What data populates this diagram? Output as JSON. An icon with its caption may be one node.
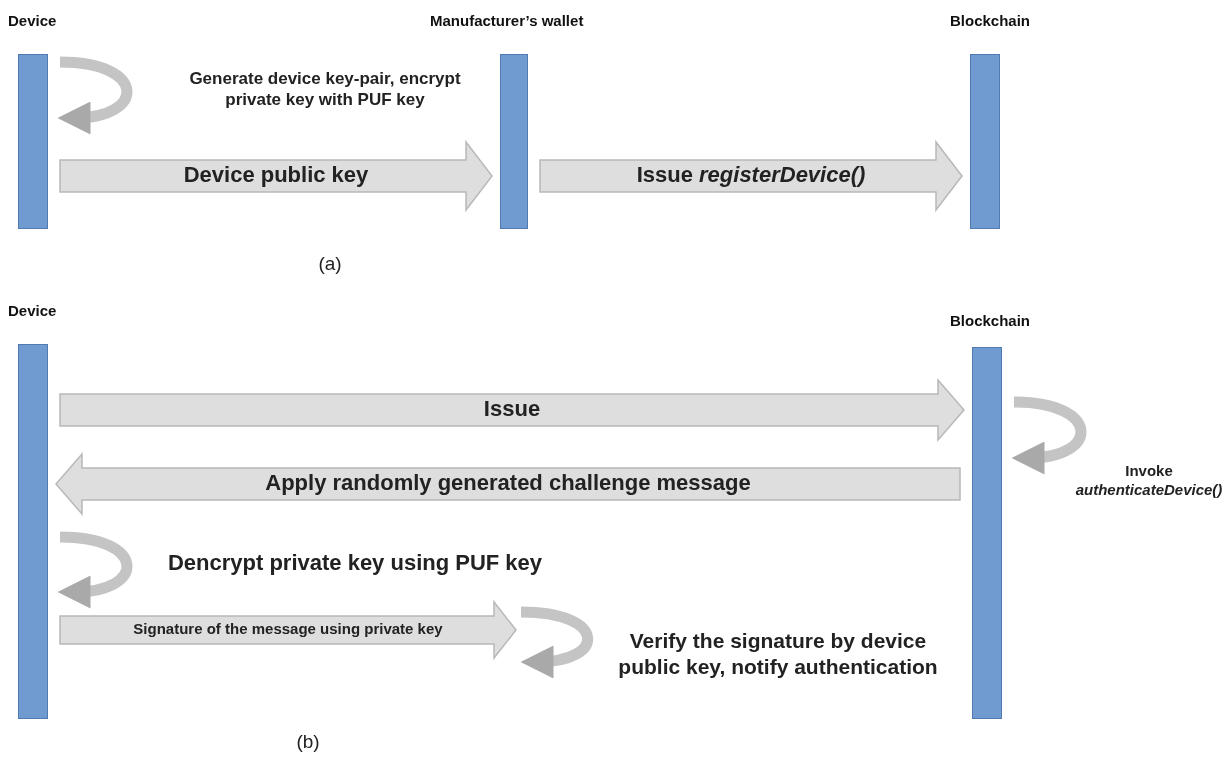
{
  "diagram": {
    "nodes": [
      {
        "text": [
          "Device"
        ]
      },
      {
        "text": [
          "Manufacturer’s wallet"
        ]
      },
      {
        "text": [
          "Blockchain"
        ]
      },
      {
        "text": [
          "Device"
        ]
      },
      {
        "text": [
          "Blockchain"
        ]
      }
    ],
    "edges": [
      {
        "from": 0,
        "to": 0,
        "arrow": "to",
        "label": "Generate device key-pair, encrypt private key with PUF key"
      },
      {
        "from": 0,
        "to": 1,
        "arrow": "to",
        "label": "Device public key"
      },
      {
        "from": 1,
        "to": 2,
        "arrow": "to",
        "label": "Issue *registerDevice()*"
      },
      {
        "from": 3,
        "to": 4,
        "arrow": "to",
        "label": "Issue"
      },
      {
        "from": 4,
        "to": 4,
        "arrow": "to",
        "label": "Invoke *authenticateDevice()*"
      },
      {
        "from": 4,
        "to": 3,
        "arrow": "to",
        "label": "Apply randomly generated challenge message"
      },
      {
        "from": 3,
        "to": 3,
        "arrow": "to",
        "label": "Dencrypt private key using PUF key"
      },
      {
        "from": 3,
        "to": null,
        "arrow": "to",
        "label": "Signature of the message using private key"
      }
    ],
    "labels": [
      "(a)",
      "Verify the signature by device public key, notify authentication",
      "(b)"
    ]
  }
}
